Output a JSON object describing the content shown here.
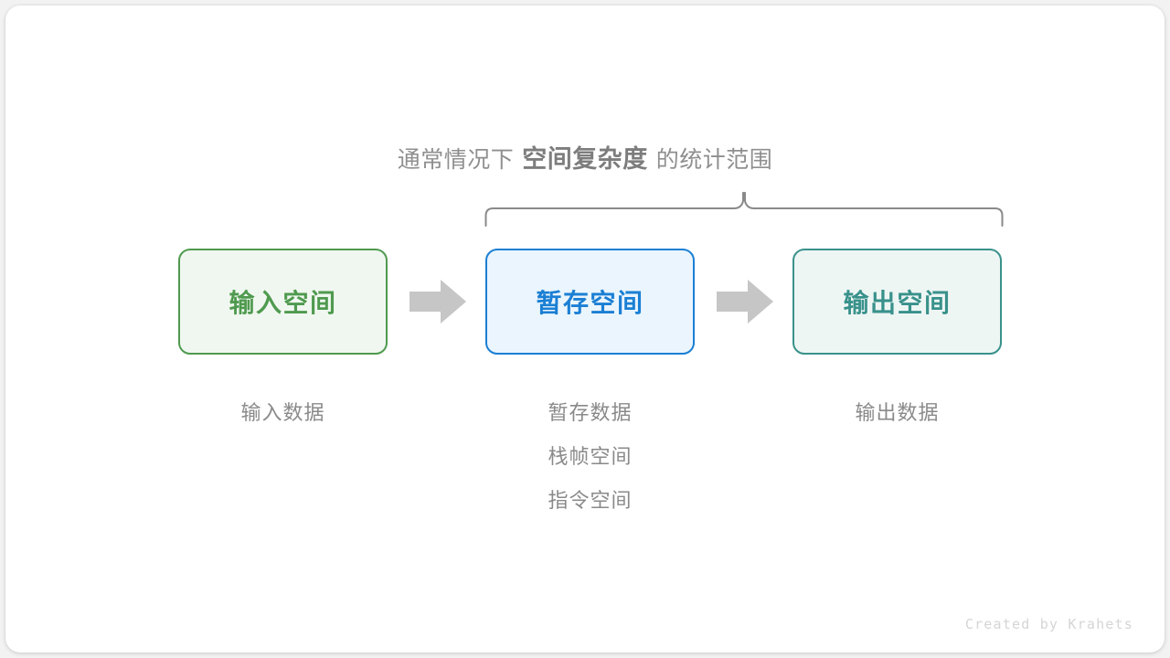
{
  "heading": {
    "prefix": "通常情况下",
    "emphasis": "空间复杂度",
    "suffix": "的统计范围"
  },
  "stages": [
    {
      "id": "input",
      "box_label": "输入空间",
      "border_color": "#4f9a4f",
      "fill_color": "#f0f7f0",
      "text_color": "#4f9a4f",
      "captions": [
        "输入数据"
      ]
    },
    {
      "id": "temp",
      "box_label": "暂存空间",
      "border_color": "#1b7fd4",
      "fill_color": "#eaf5fd",
      "text_color": "#1b7fd4",
      "captions": [
        "暂存数据",
        "栈帧空间",
        "指令空间"
      ]
    },
    {
      "id": "output",
      "box_label": "输出空间",
      "border_color": "#39918b",
      "fill_color": "#eef6f4",
      "text_color": "#39918b",
      "captions": [
        "输出数据"
      ]
    }
  ],
  "arrows": {
    "color": "#c6c6c6",
    "count": 2
  },
  "brace": {
    "color": "#8a8a8a",
    "spans_stages": [
      "temp",
      "output"
    ]
  },
  "credit": "Created by Krahets",
  "canvas": {
    "background": "#f2f2f2",
    "card_background": "#ffffff"
  }
}
